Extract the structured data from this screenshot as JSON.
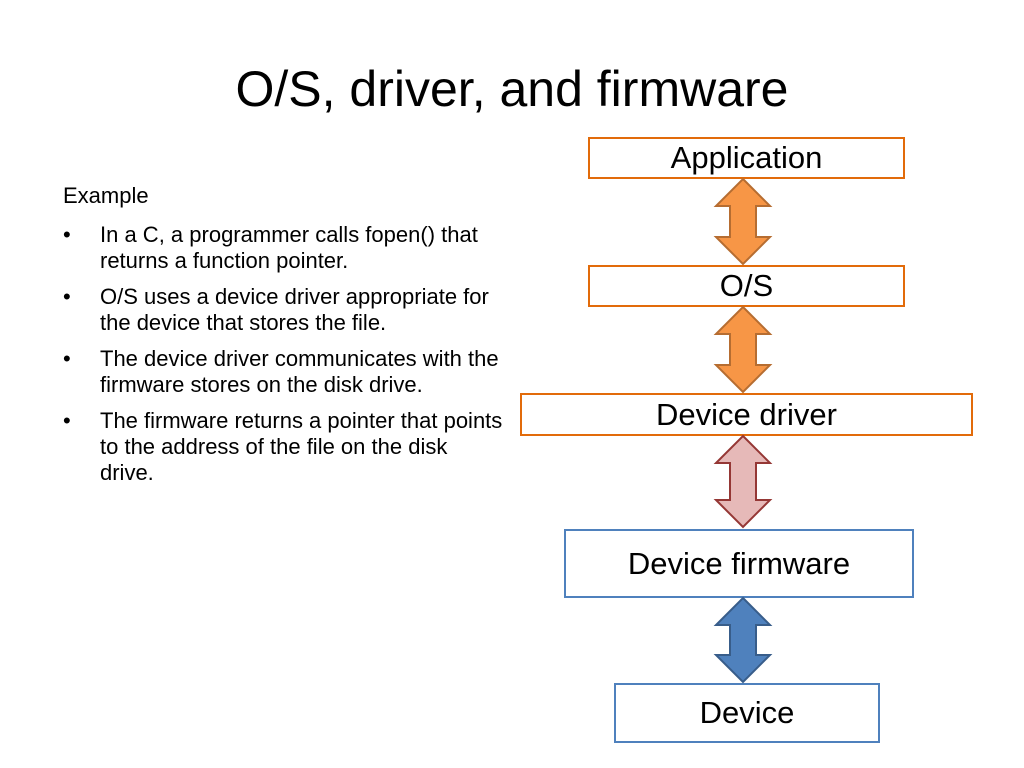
{
  "slide": {
    "title": "O/S, driver, and firmware"
  },
  "content": {
    "heading": "Example",
    "bullets": [
      "In a C, a programmer calls fopen() that returns a function pointer.",
      "O/S uses a device driver appropriate for the device that stores the file.",
      "The device driver communicates with the firmware stores on the disk drive.",
      "The firmware returns a pointer that points to the address of the file on the disk drive."
    ]
  },
  "diagram": {
    "layers": [
      {
        "label": "Application",
        "border_color": "#e26b0a"
      },
      {
        "label": "O/S",
        "border_color": "#e26b0a"
      },
      {
        "label": "Device driver",
        "border_color": "#e26b0a"
      },
      {
        "label": "Device firmware",
        "border_color": "#4f81bd"
      },
      {
        "label": "Device",
        "border_color": "#4f81bd"
      }
    ],
    "arrows": [
      {
        "connects": "Application-O/S",
        "fill": "#f79646",
        "stroke": "#b66d31"
      },
      {
        "connects": "O/S-Device driver",
        "fill": "#f79646",
        "stroke": "#b66d31"
      },
      {
        "connects": "Device driver-Device firmware",
        "fill": "#e6b9b8",
        "stroke": "#953735"
      },
      {
        "connects": "Device firmware-Device",
        "fill": "#4f81bd",
        "stroke": "#385d8a"
      }
    ]
  }
}
